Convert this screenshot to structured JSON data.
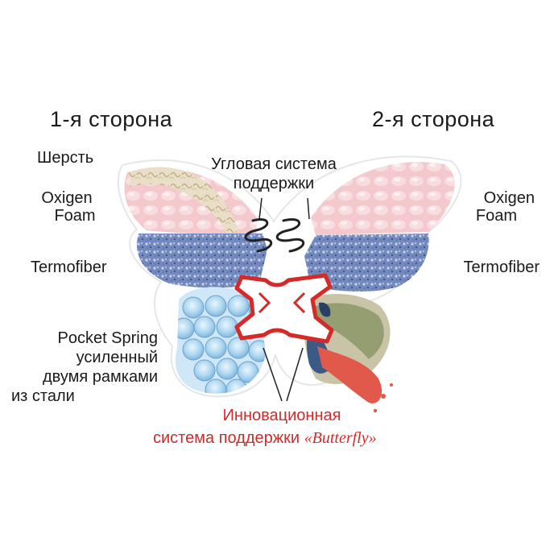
{
  "diagram": {
    "side_left": "1-я сторона",
    "side_right": "2-я сторона",
    "labels_left": {
      "wool": "Шерсть",
      "oxigen_1": "Oxigen",
      "oxigen_2": "Foam",
      "termofiber": "Termofiber",
      "pocket_1": "Pocket Spring",
      "pocket_2": "усиленный",
      "pocket_3": "двумя рамками",
      "pocket_4": "из стали"
    },
    "labels_right": {
      "oxigen_1": "Oxigen",
      "oxigen_2": "Foam",
      "termofiber": "Termofiber"
    },
    "corner_support_1": "Угловая система",
    "corner_support_2": "поддержки",
    "innovation_1": "Инновационная",
    "innovation_2": "система поддержки",
    "innovation_brand": "«Butterfly»"
  },
  "colors": {
    "accent_red": "#d42a2a",
    "pink_foam": "#f2c4c8",
    "denim_fiber": "#6e84b8",
    "spring_blue": "#a9d4f0",
    "wool": "#e8dcc4",
    "text": "#1a1a1a"
  }
}
